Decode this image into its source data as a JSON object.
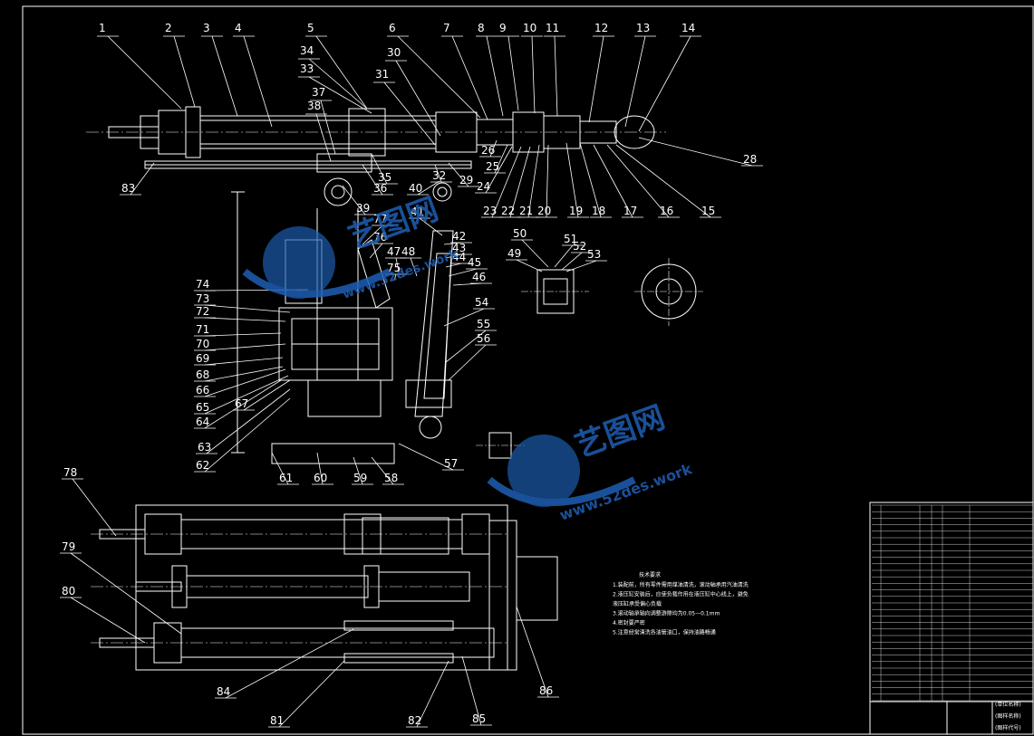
{
  "drawing": {
    "part_numbers": [
      "1",
      "2",
      "3",
      "4",
      "5",
      "6",
      "7",
      "8",
      "9",
      "10",
      "11",
      "12",
      "13",
      "14",
      "15",
      "16",
      "17",
      "18",
      "19",
      "20",
      "21",
      "22",
      "23",
      "24",
      "25",
      "26",
      "28",
      "29",
      "30",
      "31",
      "32",
      "33",
      "34",
      "35",
      "36",
      "37",
      "38",
      "39",
      "40",
      "41",
      "42",
      "43",
      "44",
      "45",
      "46",
      "47",
      "48",
      "49",
      "50",
      "51",
      "52",
      "53",
      "54",
      "55",
      "56",
      "57",
      "58",
      "59",
      "60",
      "61",
      "62",
      "63",
      "64",
      "65",
      "66",
      "67",
      "68",
      "69",
      "70",
      "71",
      "72",
      "73",
      "74",
      "75",
      "76",
      "77",
      "78",
      "79",
      "80",
      "81",
      "82",
      "83",
      "84",
      "85",
      "86"
    ]
  },
  "tech_requirements": {
    "title": "技术要求",
    "lines": [
      "1.装配前，所有零件需用煤油清洗，滚动轴承用汽油清洗",
      "2.液压缸安装后，应使负载作用在液压缸中心线上，避免",
      "  液压缸承受偏心负载",
      "3.滚动轴承轴向调整游隙均为0.05—0.1mm",
      "4.密封要严密",
      "5.注意经常清洗各油管油口，保持油路畅通"
    ]
  },
  "title_block": {
    "name_field": "(图样名称)",
    "code_field": "(图样代号)",
    "unit_field": "(单位名称)"
  },
  "watermark": {
    "brand": "艺图网",
    "url": "www.52des.work"
  },
  "colors": {
    "background": "#000000",
    "lines": "#ffffff",
    "cyan": "#00ffff",
    "watermark": "#1e5fb4"
  }
}
